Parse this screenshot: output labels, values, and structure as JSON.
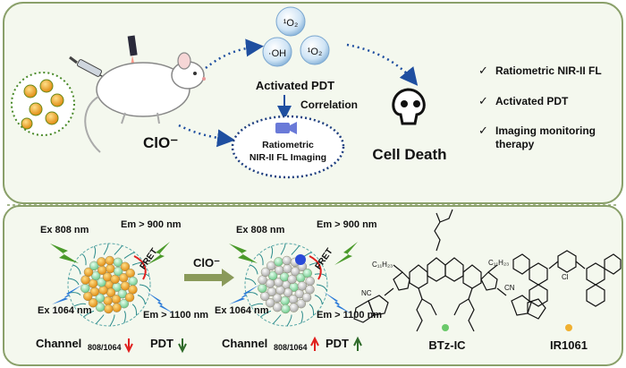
{
  "top": {
    "ros_1o2_a": "¹O₂",
    "ros_oh": "·OH",
    "ros_1o2_b": "¹O₂",
    "activated_pdt": "Activated PDT",
    "correlation": "Correlation",
    "clo_label": "ClO⁻",
    "imaging_line1": "Ratiometric",
    "imaging_line2": "NIR-II FL Imaging",
    "cell_death": "Cell Death",
    "features": [
      "Ratiometric NIR-II FL",
      "Activated PDT",
      "Imaging monitoring",
      "therapy"
    ]
  },
  "bottom": {
    "left": {
      "ex808": "Ex 808 nm",
      "em900": "Em > 900 nm",
      "fret": "FRET",
      "ex1064": "Ex 1064 nm",
      "em1100": "Em > 1100 nm",
      "channel": "Channel",
      "channel_sub": "808/1064",
      "pdt": "PDT"
    },
    "arrow_label": "ClO⁻",
    "right": {
      "ex808": "Ex 808 nm",
      "em900": "Em > 900 nm",
      "fret": "FRET",
      "ex1064": "Ex 1064 nm",
      "em1100": "Em > 1100 nm",
      "channel": "Channel",
      "channel_sub": "808/1064",
      "pdt": "PDT"
    },
    "molecule1": {
      "name": "BTz-IC",
      "chain_left": "C₁₁H₂₃",
      "chain_right": "C₁₁H₂₃",
      "cn": "NC",
      "cn2": "CN"
    },
    "molecule2": {
      "name": "IR1061",
      "cl": "Cl"
    }
  },
  "colors": {
    "frame": "#8aa06a",
    "panel_bg": "#f4f8ee",
    "dotted_blue": "#1f4fa0",
    "arrow_green": "#6a7a3a",
    "red": "#e0201e",
    "dark_green": "#2f6b2a",
    "orange": "#f0a020",
    "mint": "#9fe0b0",
    "grey": "#c8c8c8",
    "bolt_green": "#4a9a2a",
    "bolt_blue": "#2a7ad8"
  }
}
